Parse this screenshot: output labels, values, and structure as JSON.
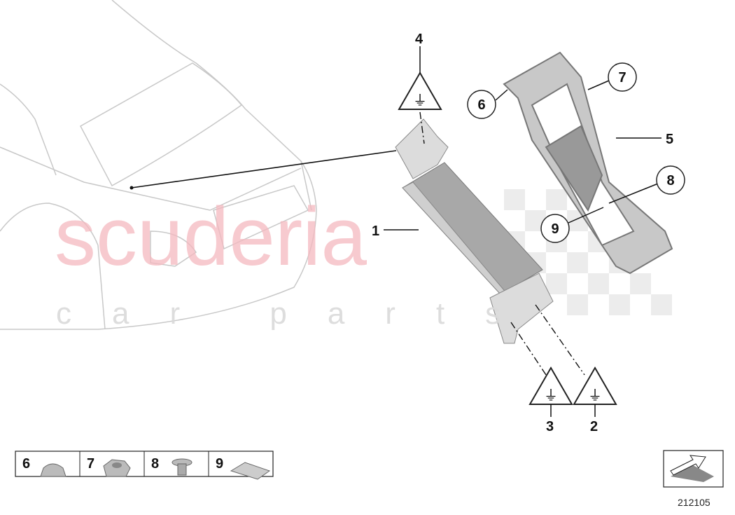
{
  "diagram_code": "212105",
  "watermark": {
    "brand": "scuderia",
    "tagline": "car parts"
  },
  "callouts": {
    "c1": "1",
    "c2": "2",
    "c3": "3",
    "c4": "4",
    "c5": "5",
    "c6": "6",
    "c7": "7",
    "c8": "8",
    "c9": "9"
  },
  "legend": {
    "items": [
      {
        "number": "6",
        "part": "nut-icon"
      },
      {
        "number": "7",
        "part": "flange-nut-icon"
      },
      {
        "number": "8",
        "part": "bolt-icon"
      },
      {
        "number": "9",
        "part": "clip-nut-icon"
      }
    ]
  },
  "symbols": {
    "warning": "electrical-connector-warning-icon",
    "orientation": "direction-arrow-icon"
  }
}
